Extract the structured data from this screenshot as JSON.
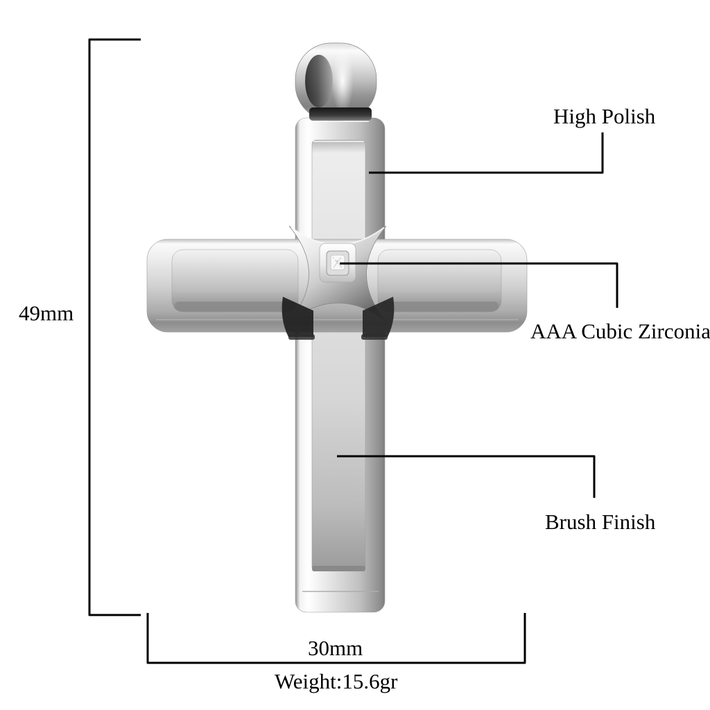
{
  "image": {
    "type": "product-dimension-diagram",
    "subject": "stainless-steel-cross-pendant",
    "background": "#ffffff",
    "line_color": "#000000"
  },
  "dimensions": {
    "height_label": "49mm",
    "width_label": "30mm",
    "weight_label": "Weight:15.6gr"
  },
  "callouts": {
    "high_polish": "High Polish",
    "cubic_zirconia": "AAA Cubic Zirconia",
    "brush_finish": "Brush Finish"
  },
  "colors": {
    "annotation_line": "#000000",
    "steel_highlight": "#ffffff",
    "steel_light": "#ececec",
    "steel_mid": "#c6c6c6",
    "steel_dark": "#8f8f8f",
    "deep_shadow": "#1f1f1f"
  }
}
